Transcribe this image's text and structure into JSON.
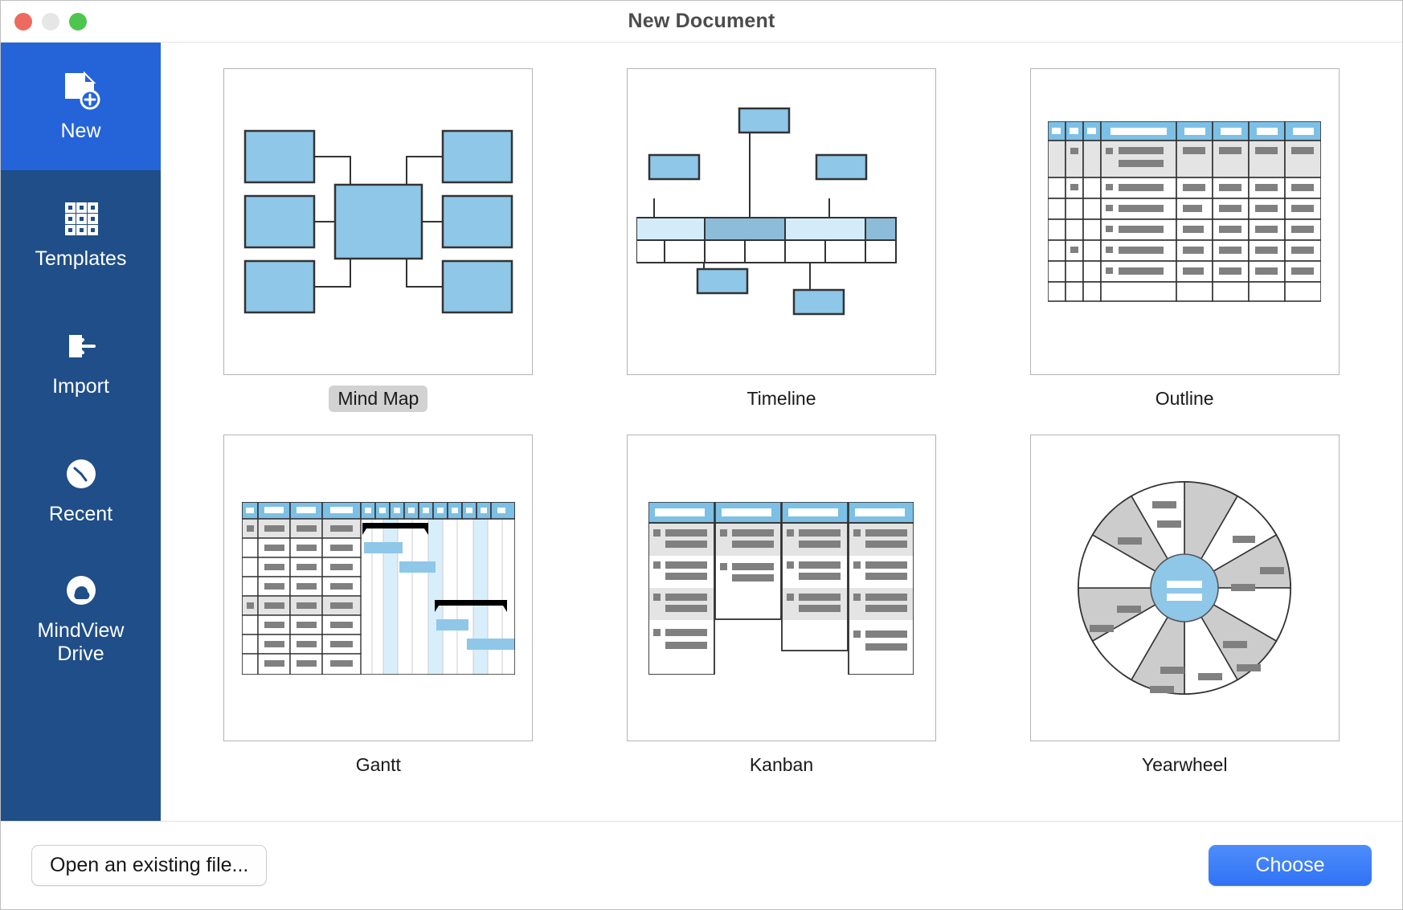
{
  "window": {
    "title": "New Document",
    "traffic_lights": [
      {
        "name": "close",
        "color": "#ec6a5e"
      },
      {
        "name": "minimize",
        "color": "#e6e6e6"
      },
      {
        "name": "maximize",
        "color": "#4cc64c"
      }
    ]
  },
  "sidebar": {
    "background": "#1f4e89",
    "active_background": "#2563d9",
    "items": [
      {
        "label": "New",
        "icon": "new-document-icon",
        "active": true
      },
      {
        "label": "Templates",
        "icon": "grid-icon",
        "active": false
      },
      {
        "label": "Import",
        "icon": "import-arrow-icon",
        "active": false
      },
      {
        "label": "Recent",
        "icon": "clock-icon",
        "active": false
      },
      {
        "label": "MindView\nDrive",
        "icon": "cloud-sync-icon",
        "active": false
      }
    ]
  },
  "main": {
    "templates": [
      {
        "label": "Mind Map",
        "thumbnail": "mind-map-preview",
        "selected": true
      },
      {
        "label": "Timeline",
        "thumbnail": "timeline-preview",
        "selected": false
      },
      {
        "label": "Outline",
        "thumbnail": "outline-preview",
        "selected": false
      },
      {
        "label": "Gantt",
        "thumbnail": "gantt-preview",
        "selected": false
      },
      {
        "label": "Kanban",
        "thumbnail": "kanban-preview",
        "selected": false
      },
      {
        "label": "Yearwheel",
        "thumbnail": "yearwheel-preview",
        "selected": false
      }
    ],
    "selected_label_background": "#d2d2d2"
  },
  "footer": {
    "open_existing_label": "Open an existing file...",
    "choose_label": "Choose",
    "choose_color": "#3b7df8"
  },
  "colors": {
    "node_blue": "#8ec7e8",
    "header_blue": "#7cc0e6",
    "light_blue": "#d4ecf9",
    "mid_blue": "#8cbcd8",
    "row_gray": "#e4e4e4",
    "bar_gray": "#808080",
    "segment_gray": "#cccccc",
    "outline_stroke": "#333333"
  }
}
